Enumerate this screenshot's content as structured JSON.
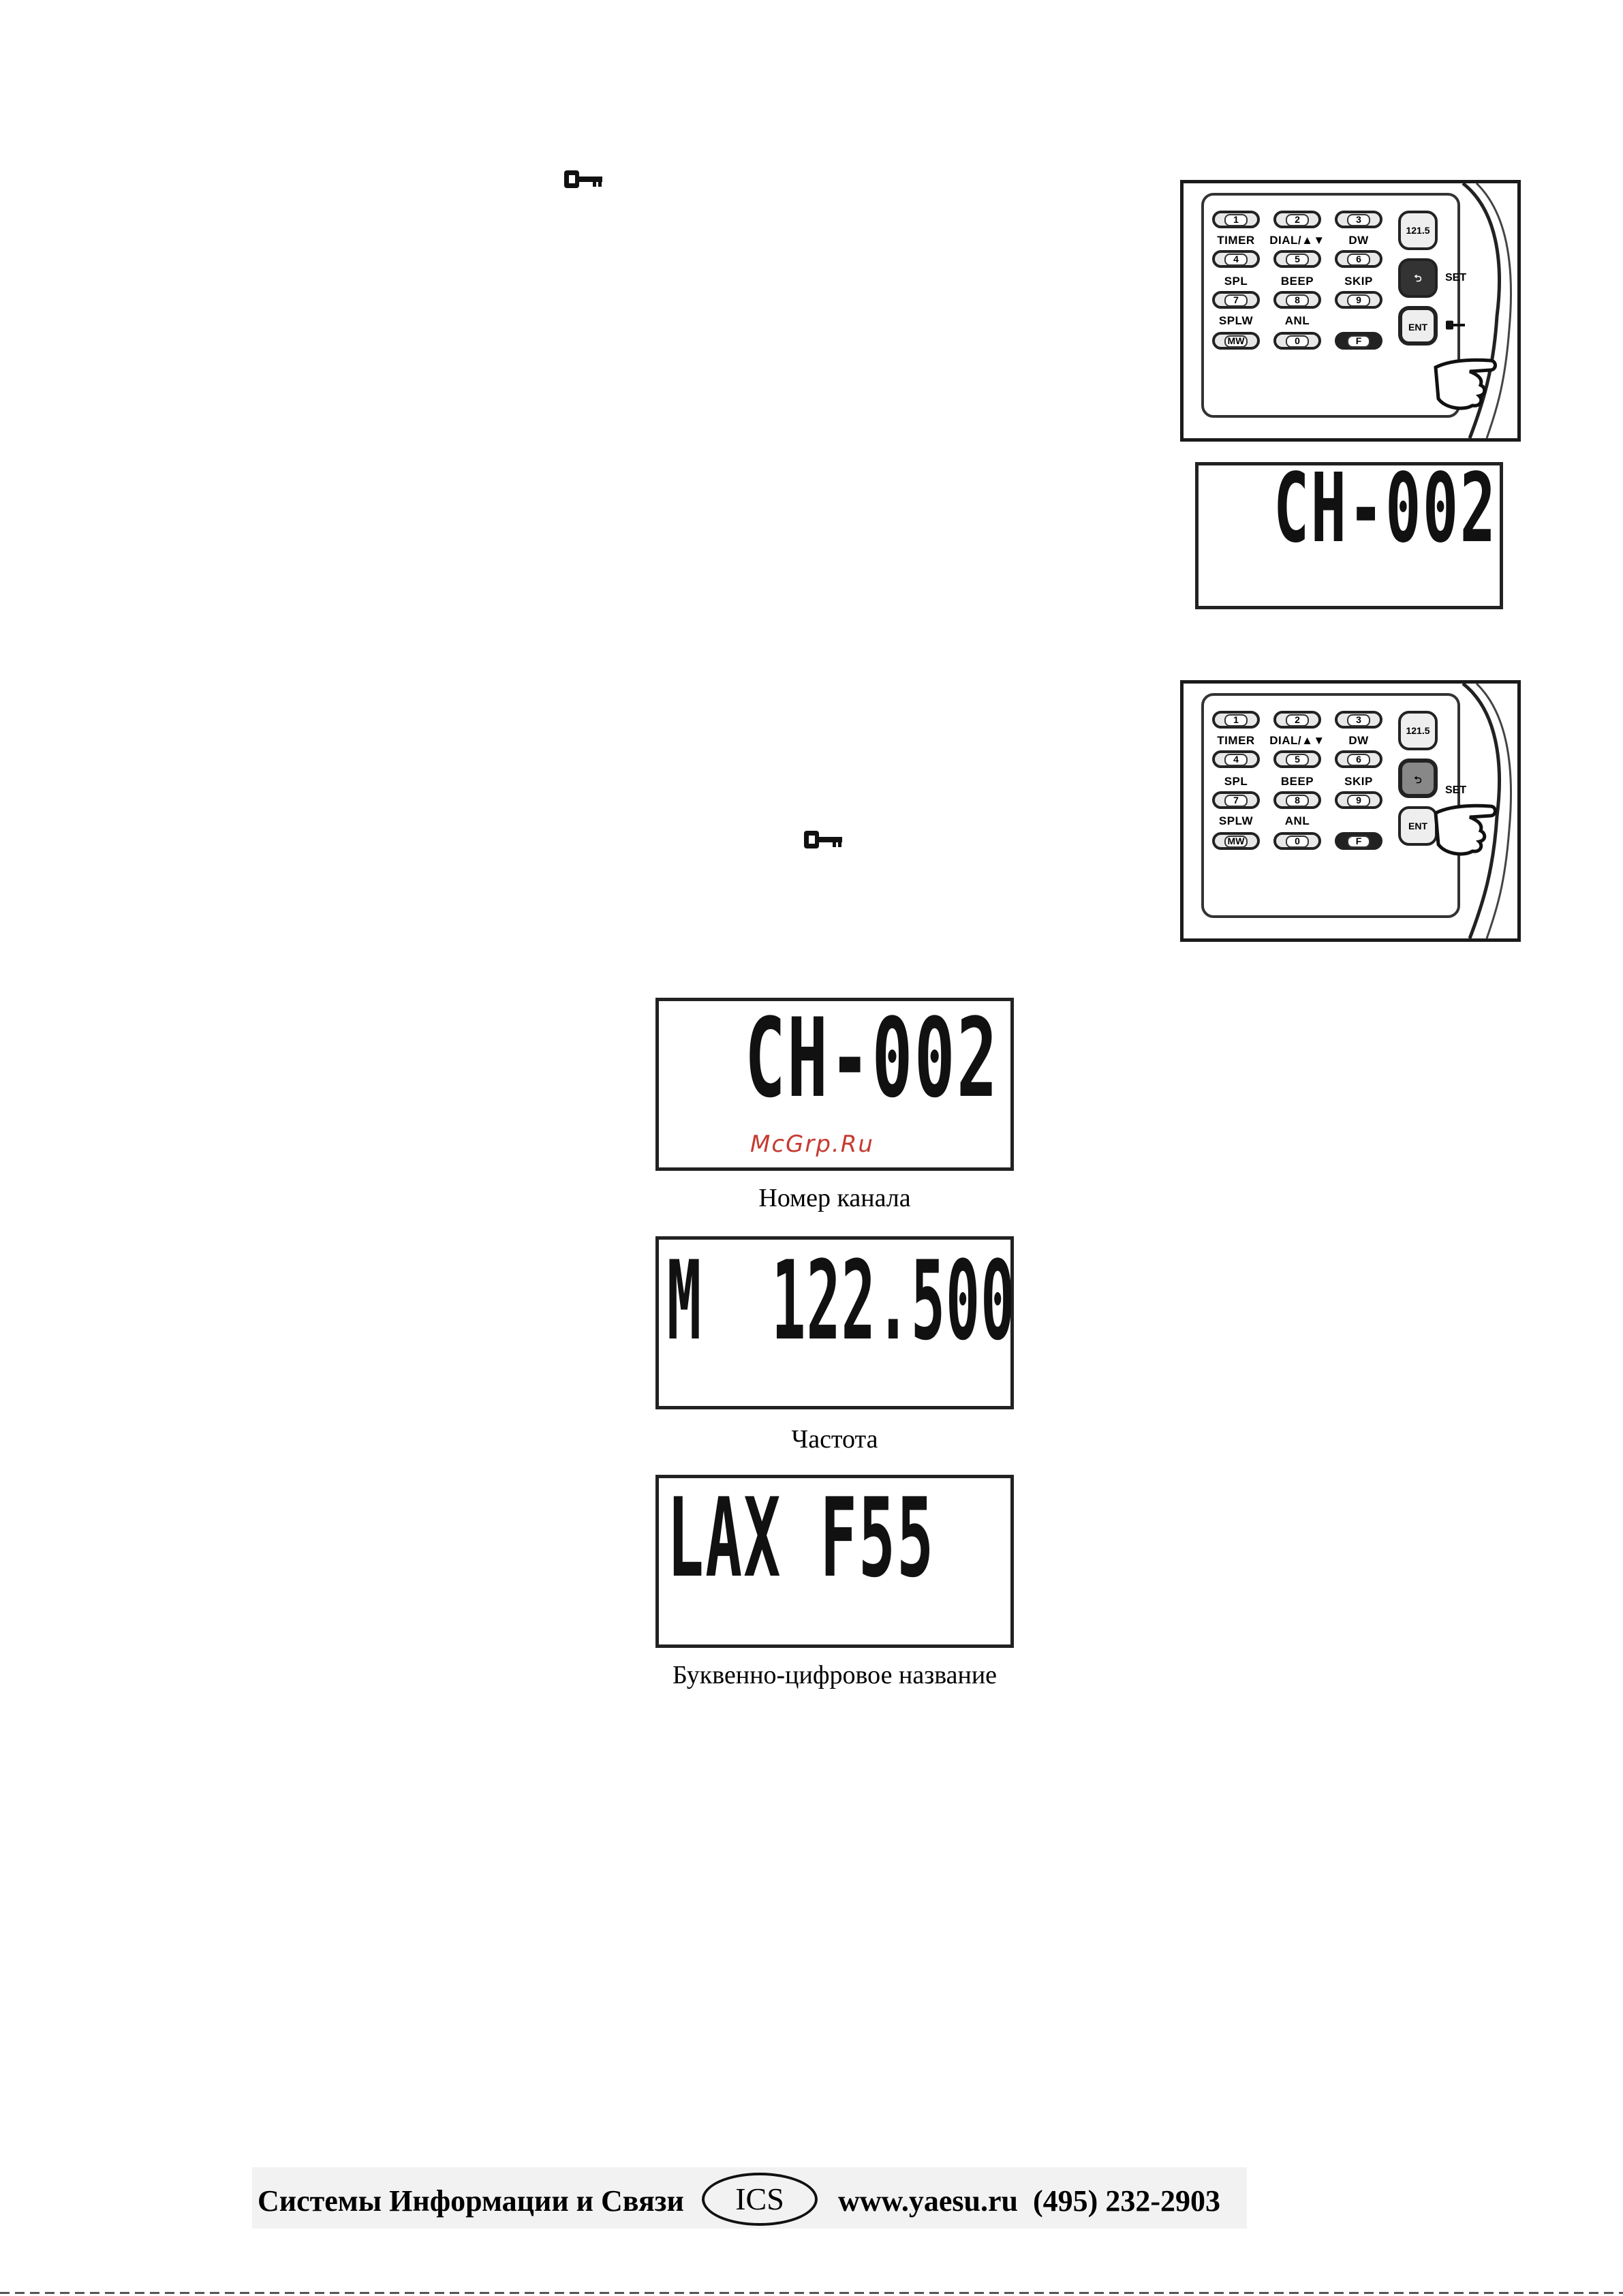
{
  "keypad": {
    "keys": [
      "1",
      "2",
      "3",
      "4",
      "5",
      "6",
      "7",
      "8",
      "9",
      "MW",
      "0",
      "F"
    ],
    "labels": [
      "TIMER",
      "DIAL/▲▼",
      "DW",
      "SPL",
      "BEEP",
      "SKIP",
      "SPLW",
      "ANL"
    ],
    "side_keys": [
      "121.5",
      "",
      "ENT"
    ],
    "side_label_set": "SET"
  },
  "displays": {
    "top_right": "CH-002",
    "channel": "CH-002",
    "frequency": "M  122.500",
    "alpha": "LAX F55"
  },
  "captions": {
    "channel": "Номер канала",
    "frequency": "Частота",
    "alpha": "Буквенно-цифровое название"
  },
  "watermark": "McGrp.Ru",
  "footer": {
    "company": "Системы Информации и Связи",
    "logo": "ICS",
    "contact": "www.yaesu.ru  (495) 232-2903"
  }
}
